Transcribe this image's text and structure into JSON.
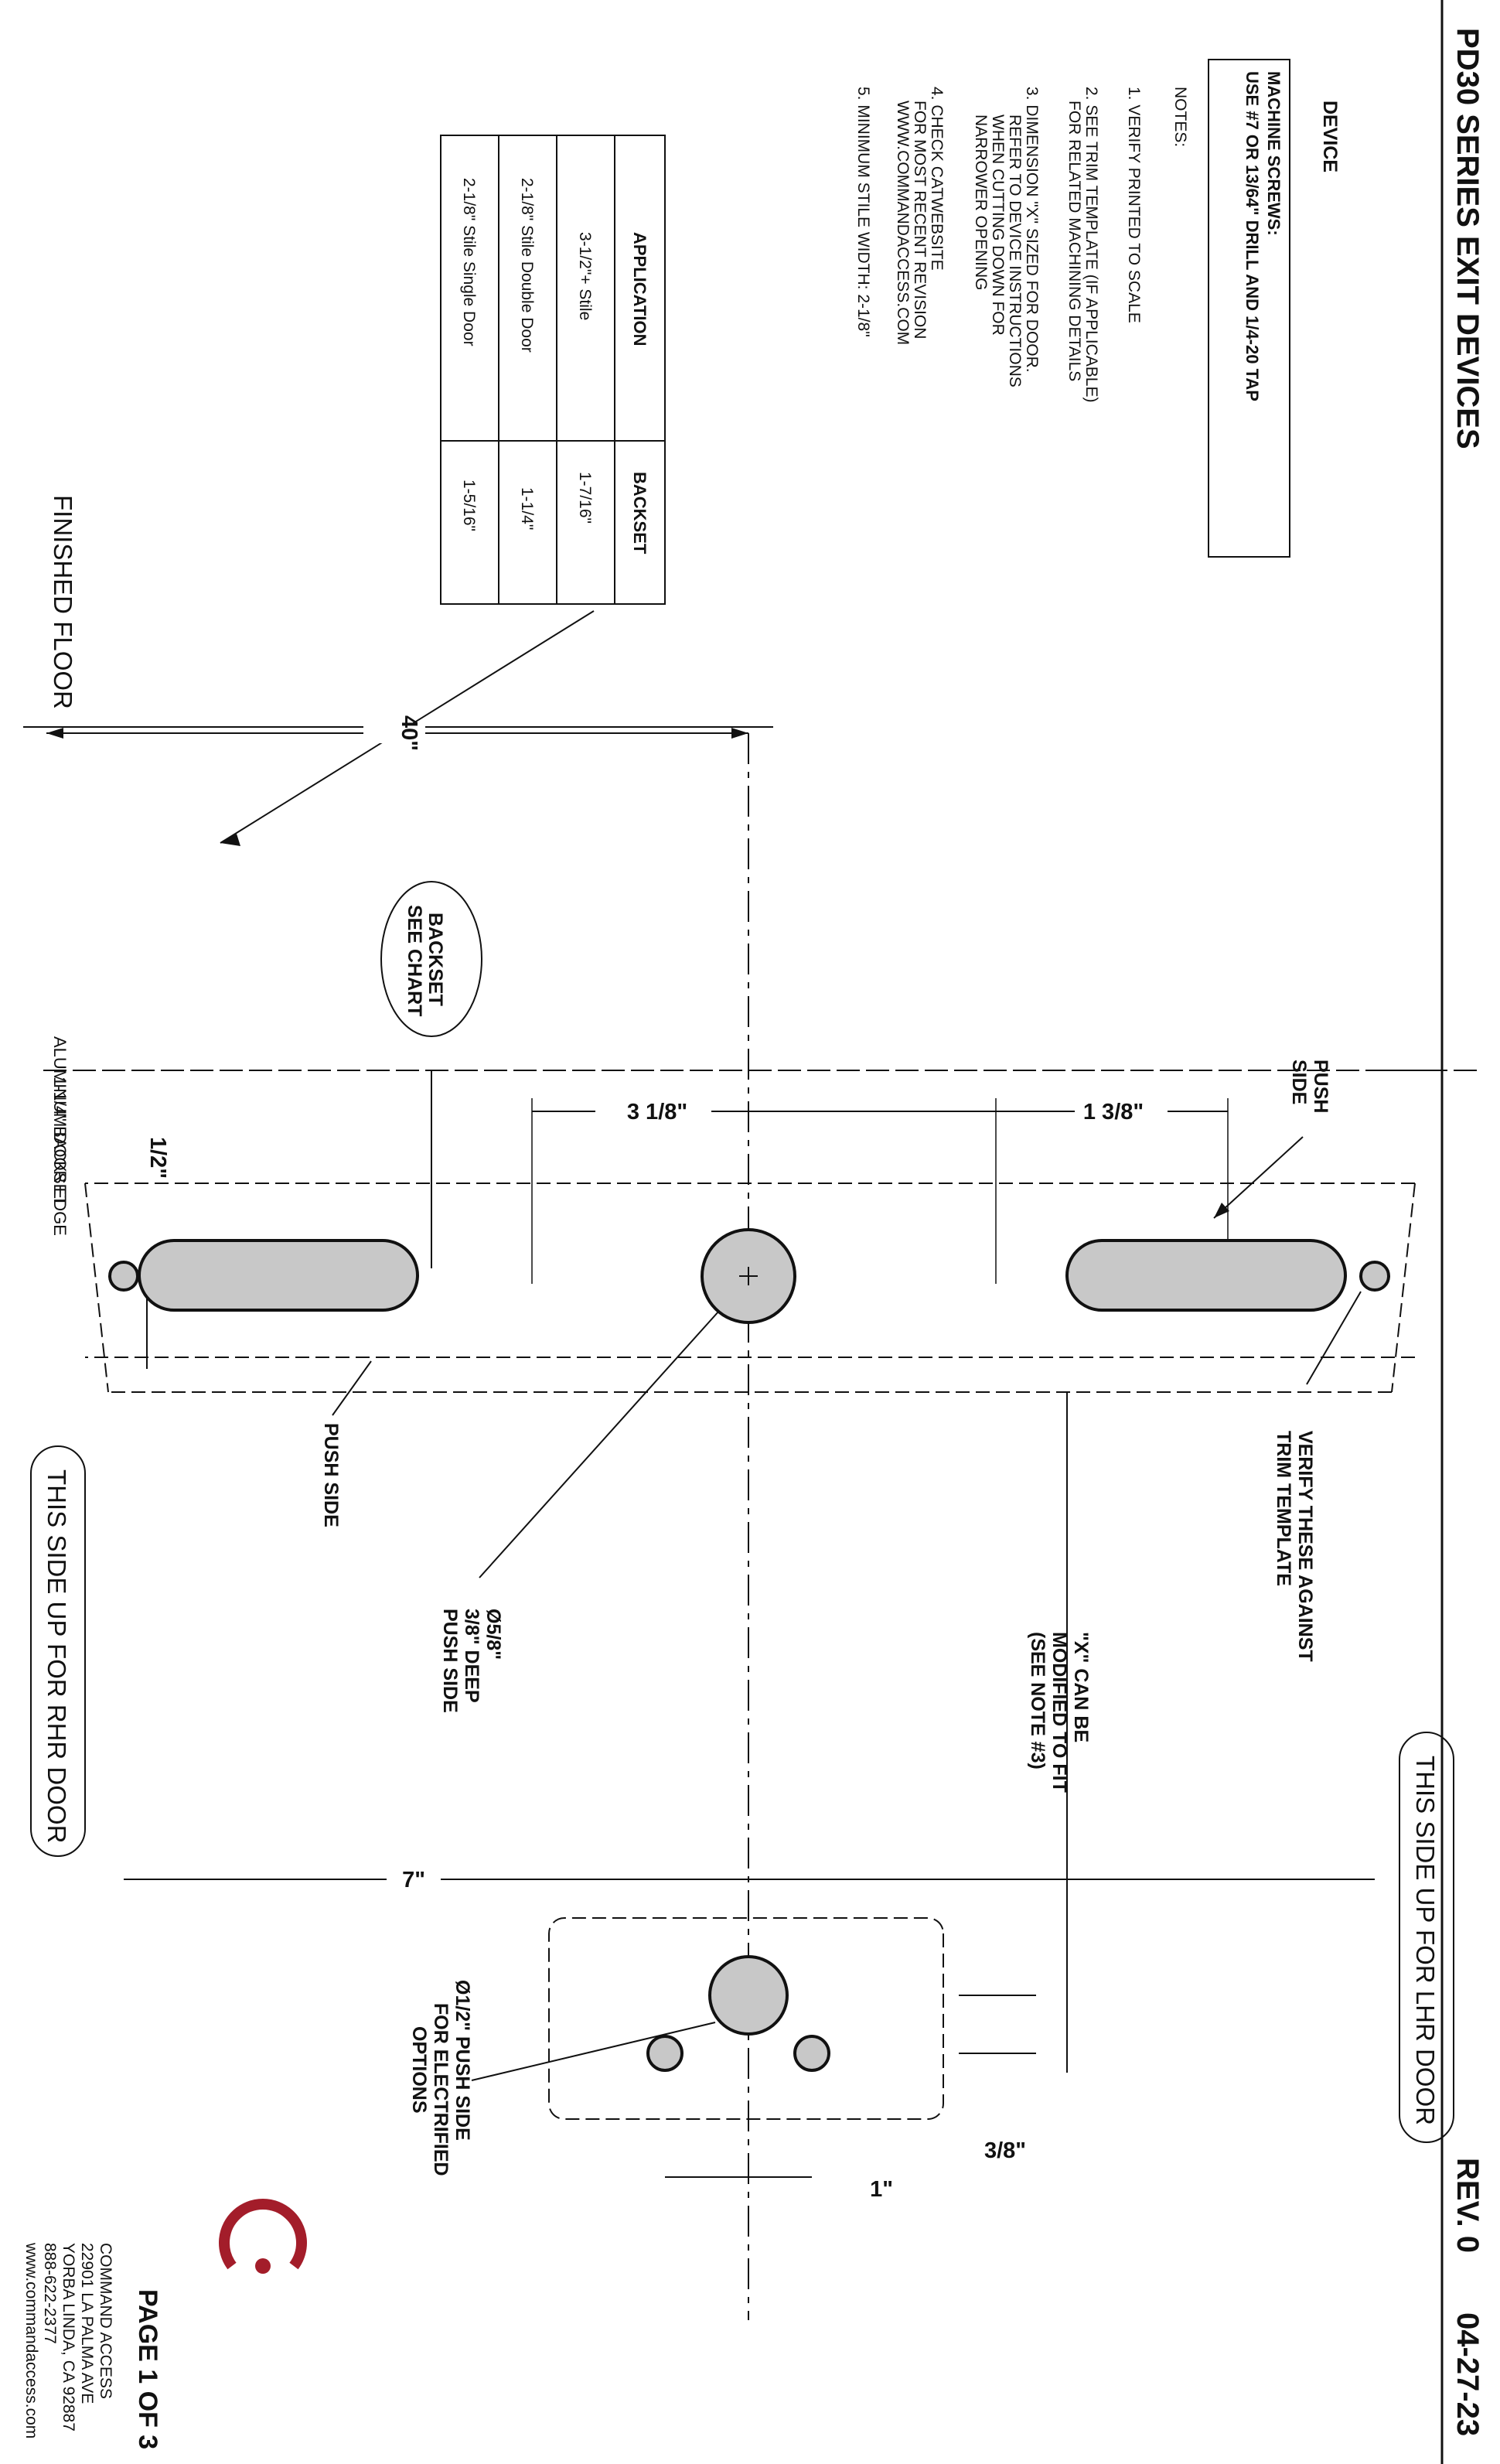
{
  "header": {
    "title": "PD30 SERIES EXIT DEVICES",
    "rev": "REV. 0",
    "date": "04-27-23"
  },
  "notes": {
    "heading": "NOTES:",
    "items": [
      "1. VERIFY PRINTED TO SCALE",
      "2. SEE TRIM TEMPLATE (IF APPLICABLE)",
      "FOR RELATED MACHINING DETAILS",
      "3. DIMENSION \"X\" SIZED FOR DOOR.",
      "REFER TO DEVICE INSTRUCTIONS",
      "WHEN CUTTING DOWN FOR",
      "NARROWER OPENING",
      "4. CHECK CATWEBSITE",
      "FOR MOST RECENT REVISION",
      "WWW.COMMANDACCESS.COM",
      "5. MINIMUM STILE WIDTH: 2-1/8\""
    ]
  },
  "device_box": {
    "heading": "DEVICE",
    "line1": "MACHINE SCREWS:",
    "line2": "USE #7 OR 13/64\" DRILL AND 1/4-20 TAP"
  },
  "backset_table": {
    "headers": [
      "APPLICATION",
      "BACKSET"
    ],
    "rows": [
      [
        "3-1/2\"+ Stile",
        "1-7/16\""
      ],
      [
        "2-1/8\" Stile Double Door",
        "1-1/4\""
      ],
      [
        "2-1/8\" Stile Single Door",
        "1-5/16\""
      ]
    ]
  },
  "labels": {
    "finished_floor": "FINISHED FLOOR",
    "dim_40": "40\"",
    "backset_see_chart_1": "BACKSET",
    "backset_see_chart_2": "SEE CHART",
    "aluminum_door_edge": "ALUMINUM DOOR EDGE",
    "backset_1_1_4": "1-1/4\" BACKSET",
    "push_side_top_1": "PUSH",
    "push_side_top_2": "SIDE",
    "dim_3_1_8": "3 1/8\"",
    "dim_1_3_8": "1 3/8\"",
    "dim_1_2": "1/2\"",
    "push_side": "PUSH SIDE",
    "dia_5_8_1": "Ø5/8\"",
    "dia_5_8_2": "3/8\" DEEP",
    "dia_5_8_3": "PUSH SIDE",
    "verify_1": "VERIFY THESE AGAINST",
    "verify_2": "TRIM TEMPLATE",
    "x_1": "\"X\" CAN BE",
    "x_2": "MODIFIED TO FIT",
    "x_3": "(SEE NOTE #3)",
    "dim_7": "7\"",
    "dia_1_2_1": "Ø1/2\" PUSH SIDE",
    "dia_1_2_2": "FOR ELECTRIFIED",
    "dia_1_2_3": "OPTIONS",
    "dim_3_8": "3/8\"",
    "dim_1": "1\"",
    "rhr": "THIS SIDE UP FOR  RHR DOOR",
    "lhr": "THIS SIDE UP FOR  LHR DOOR"
  },
  "footer": {
    "page": "PAGE 1 OF 3",
    "company": "COMMAND ACCESS",
    "address1": "22901 LA PALMA AVE",
    "address2": "YORBA LINDA, CA 92887",
    "phone": "888-622-2377",
    "web": "www.commandaccess.com"
  },
  "colors": {
    "ink": "#111111",
    "hole_fill": "#c8c8c8",
    "logo_red": "#a31d2a"
  }
}
